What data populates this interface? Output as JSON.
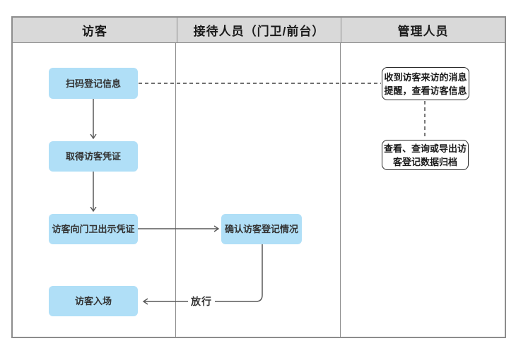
{
  "diagram": {
    "title": "visitor-registration-swimlane-flowchart",
    "lanes": [
      {
        "id": "visitor",
        "label": "访客"
      },
      {
        "id": "reception",
        "label": "接待人员（门卫/前台）"
      },
      {
        "id": "admin",
        "label": "管理人员"
      }
    ],
    "nodes": {
      "scan": "扫码登记信息",
      "credential": "取得访客凭证",
      "show": "访客向门卫出示凭证",
      "enter": "访客入场",
      "confirm": "确认访客登记情况",
      "notify": "收到访客来访的消息提醒，查看访客信息",
      "archive": "查看、查询或导出访客登记数据归档"
    },
    "edge_labels": {
      "release": "放行"
    },
    "colors": {
      "node_fill": "#b0dff7",
      "node_text": "#333333",
      "white_node_border": "#262626",
      "header_bg": "#d9d9d9",
      "frame_border": "#8c8c8c",
      "connector": "#595959",
      "dashed_connector": "#404040"
    }
  }
}
